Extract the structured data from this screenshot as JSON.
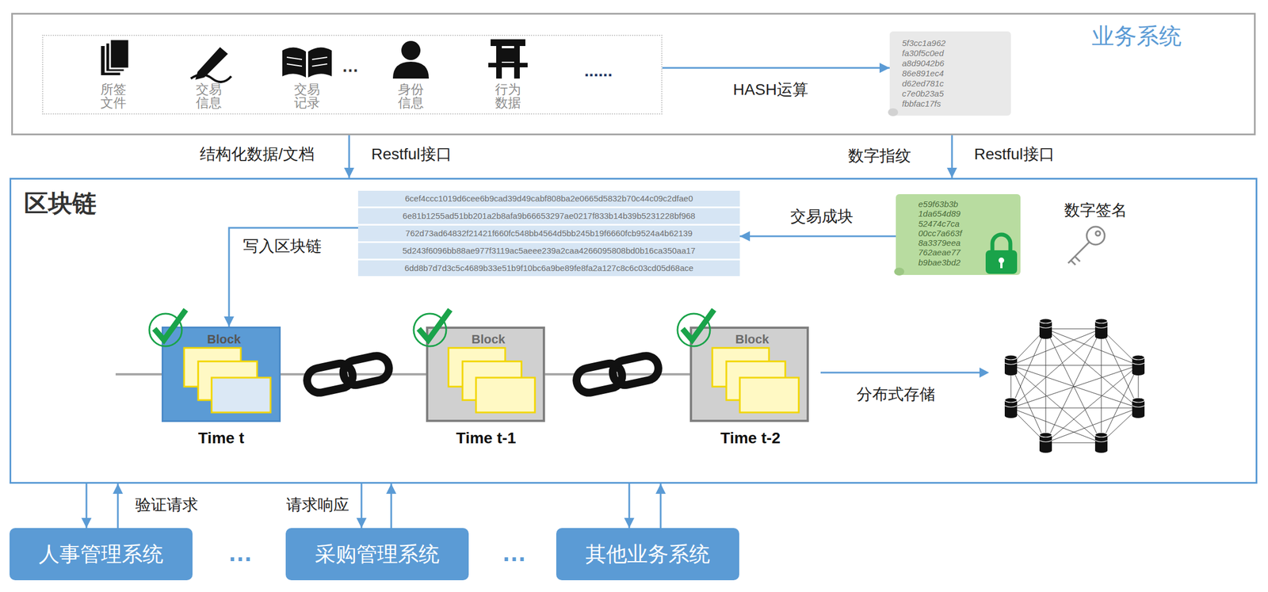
{
  "diagram": {
    "nodes": [
      {
        "text": [
          "业务系统"
        ]
      },
      {
        "text": [
          "所签 文件",
          "交易 信息",
          "交易 记录",
          "…",
          "身份 信息",
          "行为 数据",
          "......"
        ],
        "in": 0
      },
      {
        "text": [
          "5f3cc1a962 fa30f5c0ed a8d9042b6 86e891ec4 d62ed781c c7e0b23a5 fbbfac17fs"
        ],
        "in": 0
      },
      {
        "text": [
          "区块链"
        ]
      },
      {
        "text": [
          "6cef4ccc1019d6cee6b9cad39d49cabf808ba2e0665d5832b70c44c09c2dfae0",
          "6e81b1255ad51bb201a2b8afa9b66653297ae0217f833b14b39b5231228bf968",
          "762d73ad64832f21421f660fc548bb4564d5bb245b19f6660fcb9524a4b62139",
          "5d243f6096bb88ae977f3119ac5aeee239a2caa4266095808bd0b16ca350aa17",
          "6dd8b7d7d3c5c4689b33e51b9f10bc6a9be89fe8fa2a127c8c6c03cd05d68ace"
        ],
        "in": 3
      },
      {
        "text": [
          "e59f63b3b 1da654d89 52474c7ca 00cc7a663f 8a3379eea 762aeae77 b9bae3bd2"
        ],
        "in": 3
      },
      {
        "text": [
          "Block",
          "Time t"
        ],
        "in": 3
      },
      {
        "text": [
          "Block",
          "Time t-1"
        ],
        "in": 3
      },
      {
        "text": [
          "Block",
          "Time t-2"
        ],
        "in": 3
      },
      {
        "text": [
          "人事管理系统"
        ]
      },
      {
        "text": [
          "采购管理系统"
        ]
      },
      {
        "text": [
          "其他业务系统"
        ]
      }
    ],
    "edges": [
      {
        "from": 1,
        "to": 2,
        "arrow": "to",
        "label": "HASH运算"
      },
      {
        "from": 0,
        "to": 3,
        "arrow": "to",
        "label": "结构化数据/文档"
      },
      {
        "from": 0,
        "to": 3,
        "arrow": "to",
        "label": "数字指纹"
      },
      {
        "from": 5,
        "to": 4,
        "arrow": "to",
        "label": "交易成块"
      },
      {
        "from": 4,
        "to": 6,
        "arrow": "to",
        "label": "写入区块链"
      },
      {
        "from": 6,
        "to": 7,
        "arrow": "none"
      },
      {
        "from": 7,
        "to": 8,
        "arrow": "none"
      },
      {
        "from": 3,
        "to": 9,
        "arrow": "to"
      },
      {
        "from": 9,
        "to": 3,
        "arrow": "to",
        "label": "验证请求"
      },
      {
        "from": 3,
        "to": 10,
        "arrow": "to",
        "label": "请求响应"
      },
      {
        "from": 10,
        "to": 3,
        "arrow": "to"
      },
      {
        "from": 3,
        "to": 11,
        "arrow": "to"
      },
      {
        "from": 11,
        "to": 3,
        "arrow": "to"
      }
    ],
    "labels": [
      "Restful接口",
      "Restful接口",
      "数字签名",
      "分布式存储",
      "…",
      "…"
    ]
  }
}
